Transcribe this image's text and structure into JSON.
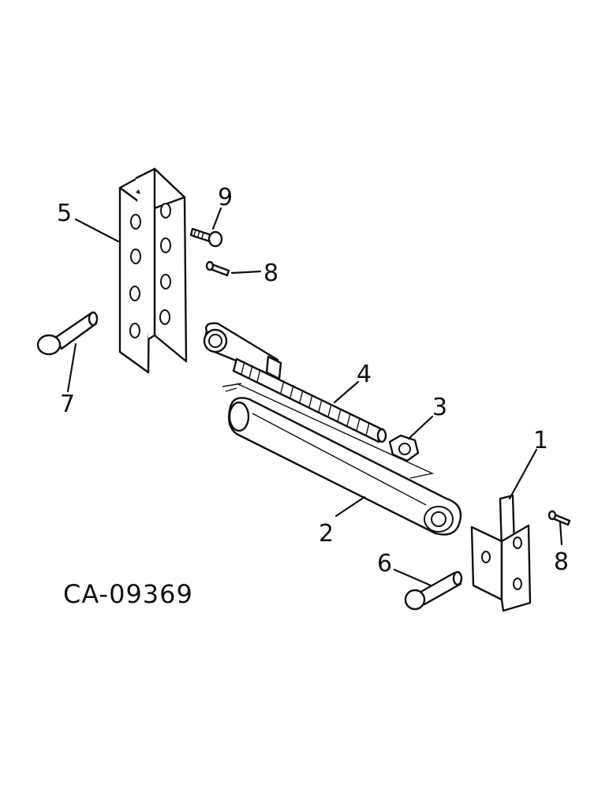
{
  "diagram": {
    "code": "CA-09369",
    "callouts": [
      {
        "id": "1",
        "text": "1"
      },
      {
        "id": "2",
        "text": "2"
      },
      {
        "id": "3",
        "text": "3"
      },
      {
        "id": "4",
        "text": "4"
      },
      {
        "id": "5",
        "text": "5"
      },
      {
        "id": "6",
        "text": "6"
      },
      {
        "id": "7",
        "text": "7"
      },
      {
        "id": "8a",
        "text": "8"
      },
      {
        "id": "8b",
        "text": "8"
      },
      {
        "id": "9",
        "text": "9"
      }
    ]
  }
}
